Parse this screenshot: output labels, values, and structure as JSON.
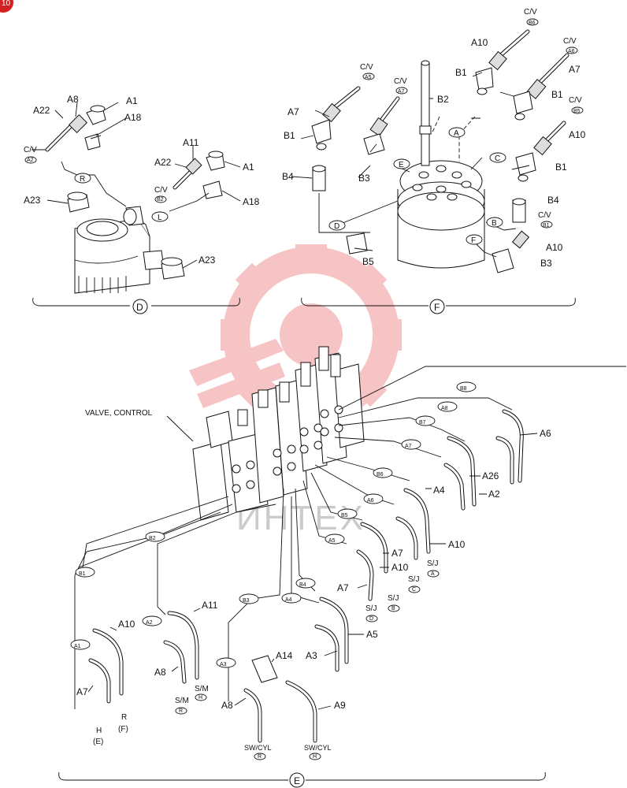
{
  "page_badge": "10",
  "watermark": {
    "text": "ИНТЕХ",
    "color": "#e03030"
  },
  "section_D": {
    "title": "D",
    "labels": [
      "A22",
      "A8",
      "A1",
      "A18",
      "C/V",
      "A2",
      "R",
      "A11",
      "A22",
      "A1",
      "C/V",
      "B2",
      "A18",
      "L",
      "A23",
      "A23"
    ]
  },
  "section_F": {
    "title": "F",
    "labels": [
      "C/V",
      "B6",
      "A10",
      "C/V",
      "A6",
      "B1",
      "A7",
      "C/V",
      "A5",
      "C/V",
      "A7",
      "B2",
      "A7",
      "B1",
      "B1",
      "C/V",
      "B5",
      "A",
      "A10",
      "C",
      "B3",
      "E",
      "B1",
      "B4",
      "B4",
      "C/V",
      "B1",
      "D",
      "B",
      "A10",
      "F",
      "B5",
      "B3"
    ]
  },
  "section_E": {
    "title": "E",
    "valve_label": "VALVE, CONTROL",
    "ports": [
      "B8",
      "A8",
      "B7",
      "A7",
      "B6",
      "A6",
      "B5",
      "A5",
      "B4",
      "A4",
      "B3",
      "A3",
      "B2",
      "A2",
      "B1",
      "A1"
    ],
    "parts": [
      "A6",
      "A26",
      "A2",
      "A4",
      "A10",
      "A7",
      "A10",
      "A7",
      "A5",
      "A3",
      "A14",
      "A9",
      "A11",
      "A8",
      "A10",
      "A7",
      "A8"
    ],
    "terminals": [
      "S/J",
      "A",
      "S/J",
      "C",
      "S/J",
      "B",
      "S/J",
      "D",
      "S/M",
      "H",
      "S/M",
      "R",
      "H",
      "(E)",
      "R",
      "(F)",
      "SW/CYL",
      "R",
      "SW/CYL",
      "H"
    ]
  }
}
